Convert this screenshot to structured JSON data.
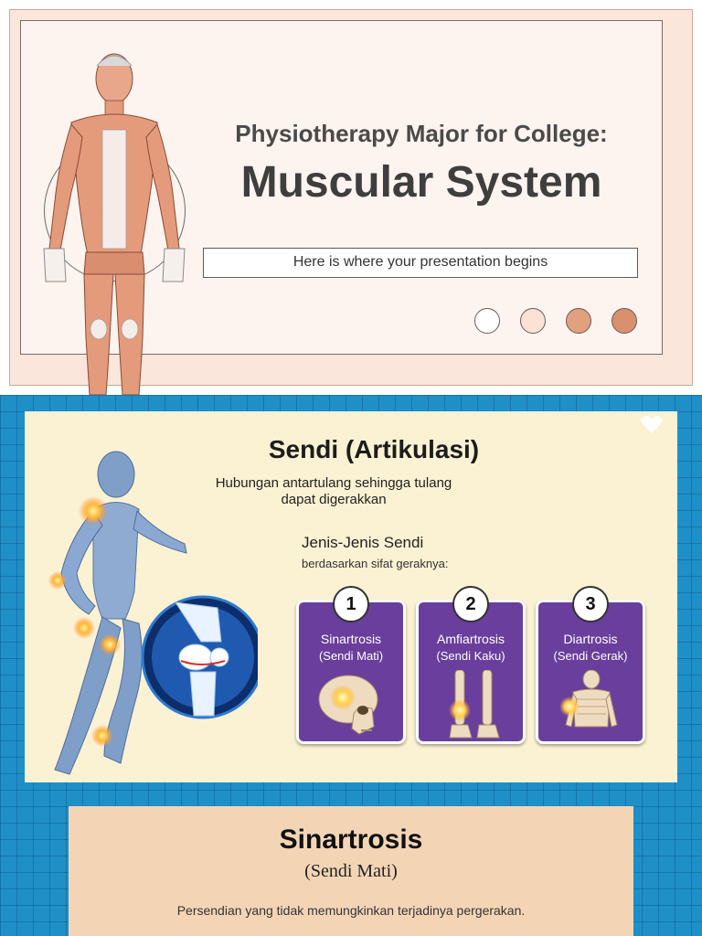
{
  "slide1": {
    "subtitle": "Physiotherapy Major for College:",
    "title": "Muscular System",
    "tagline": "Here is where your presentation begins",
    "colors": [
      "#ffffff",
      "#fbe1d6",
      "#e3a07e",
      "#d8906d"
    ]
  },
  "slide2": {
    "title": "Sendi (Artikulasi)",
    "subtitle_line1": "Hubungan antartulang sehingga tulang",
    "subtitle_line2": "dapat digerakkan",
    "types_heading": "Jenis-Jenis Sendi",
    "types_subheading": "berdasarkan sifat geraknya:",
    "cards": [
      {
        "number": "1",
        "name": "Sinartrosis",
        "type": "(Sendi Mati)",
        "icon": "skull-icon"
      },
      {
        "number": "2",
        "name": "Amfiartrosis",
        "type": "(Sendi Kaku)",
        "icon": "leg-bones-icon"
      },
      {
        "number": "3",
        "name": "Diartrosis",
        "type": "(Sendi Gerak)",
        "icon": "torso-skeleton-icon"
      }
    ],
    "accent_color": "#6a3e9c"
  },
  "slide3": {
    "title": "Sinartrosis",
    "subtitle": "(Sendi Mati)",
    "description": "Persendian yang tidak memungkinkan terjadinya pergerakan."
  }
}
